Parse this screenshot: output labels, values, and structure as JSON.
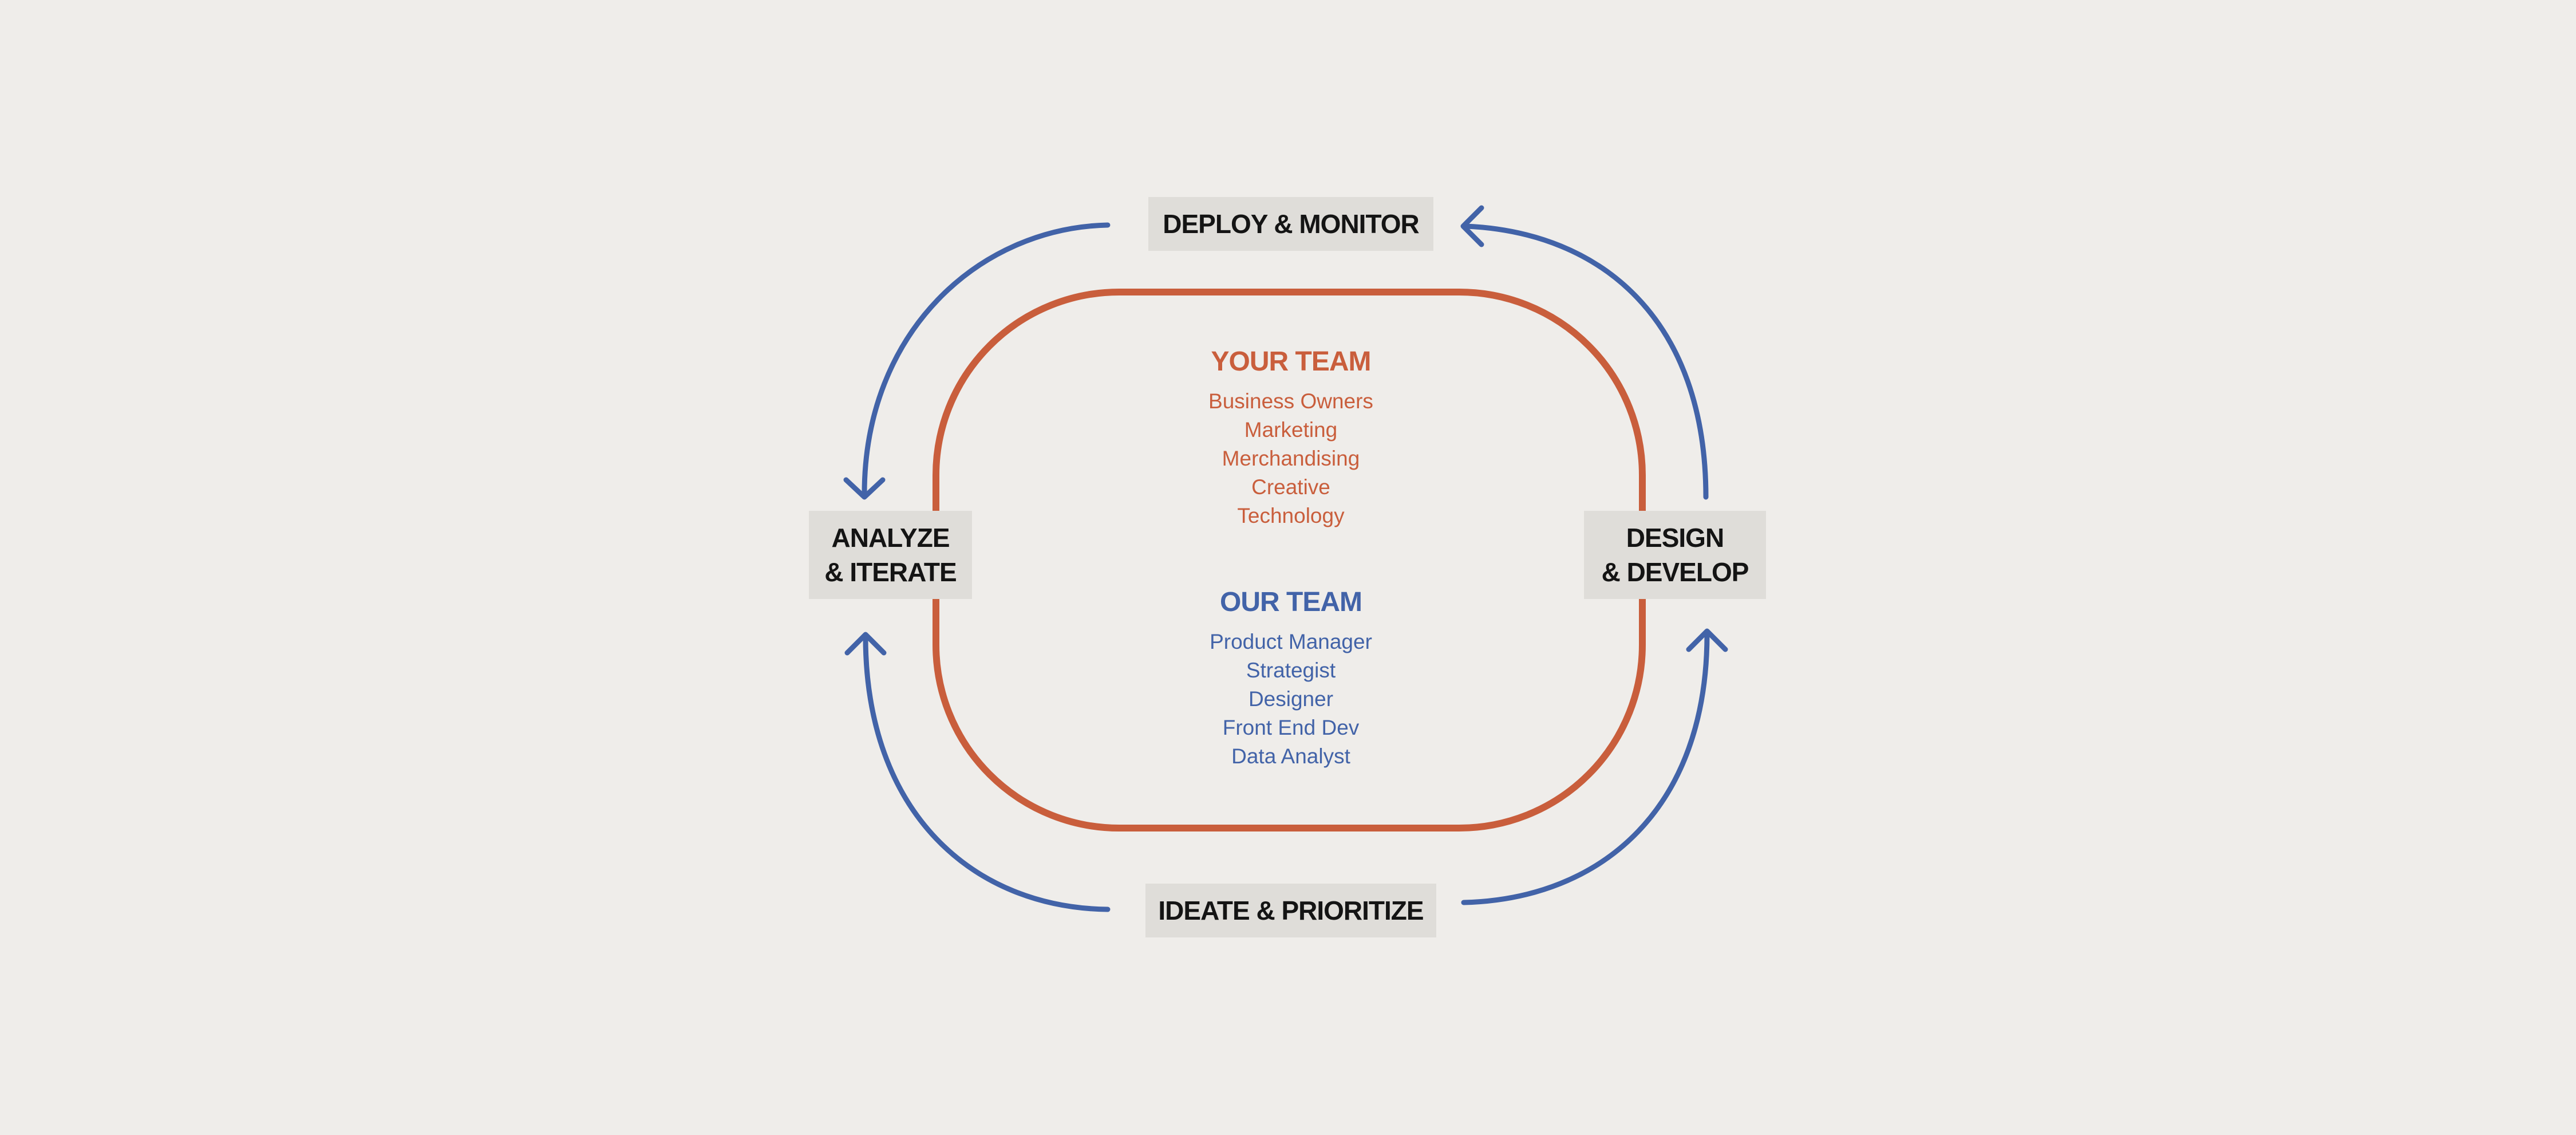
{
  "colors": {
    "background": "#efedea",
    "box_fill": "#dfddd9",
    "label_text": "#141414",
    "your_team_accent": "#c95e3c",
    "our_team_accent": "#4263a8"
  },
  "stages": {
    "deploy": "DEPLOY & MONITOR",
    "analyze": "ANALYZE\n& ITERATE",
    "design": "DESIGN\n& DEVELOP",
    "ideate": "IDEATE & PRIORITIZE"
  },
  "your_team": {
    "heading": "YOUR TEAM",
    "members": [
      "Business Owners",
      "Marketing",
      "Merchandising",
      "Creative",
      "Technology"
    ]
  },
  "our_team": {
    "heading": "OUR TEAM",
    "members": [
      "Product Manager",
      "Strategist",
      "Designer",
      "Front End Dev",
      "Data Analyst"
    ]
  },
  "icons": {
    "cycle_arrows": "arrowhead-icon"
  }
}
